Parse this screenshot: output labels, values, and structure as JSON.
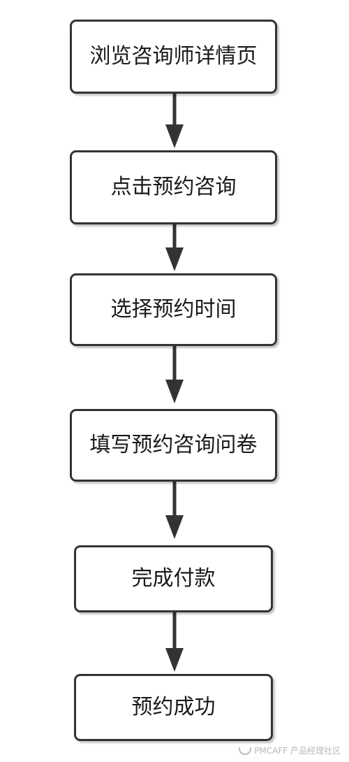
{
  "steps": [
    {
      "label": "浏览咨询师详情页"
    },
    {
      "label": "点击预约咨询"
    },
    {
      "label": "选择预约时间"
    },
    {
      "label": "填写预约咨询问卷"
    },
    {
      "label": "完成付款"
    },
    {
      "label": "预约成功"
    }
  ],
  "watermark": "PMCAFF 产品经理社区",
  "colors": {
    "border": "#333333",
    "arrow": "#333333",
    "background": "#ffffff"
  }
}
